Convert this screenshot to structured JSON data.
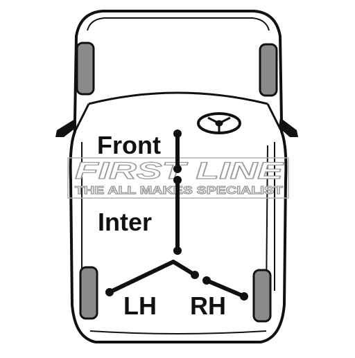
{
  "diagram": {
    "labels": {
      "front": "Front",
      "inter": "Inter",
      "left": "LH",
      "right": "RH"
    },
    "watermark": {
      "brand": "FIRST LINE",
      "tagline": "THE ALL MAKES SPECIALIST"
    },
    "icons": [
      "steering-wheel-icon",
      "tyre-icon",
      "wing-mirror-icon"
    ],
    "colors": {
      "line": "#111111",
      "tyre": "#8a8a8a",
      "watermark_outline": "#9a9a9a",
      "background": "#ffffff"
    }
  }
}
